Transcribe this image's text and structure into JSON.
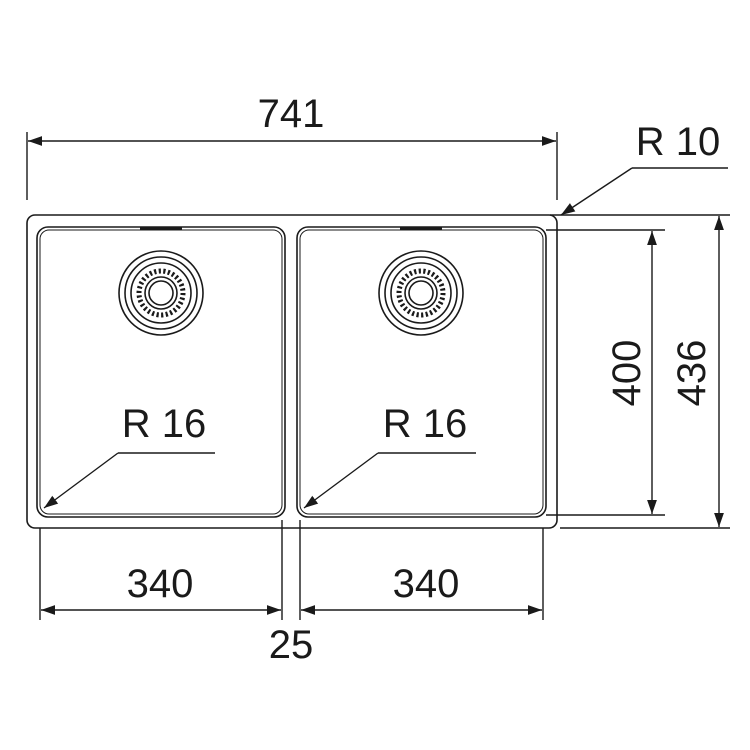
{
  "drawing": {
    "overall_width": "741",
    "corner_radius_outer": "R 10",
    "bowl_left_radius": "R 16",
    "bowl_right_radius": "R 16",
    "bowl_left_width": "340",
    "bowl_right_width": "340",
    "divider_width": "25",
    "bowl_depth": "400",
    "overall_depth": "436"
  },
  "colors": {
    "line": "#1a1a1a",
    "background": "#ffffff"
  }
}
